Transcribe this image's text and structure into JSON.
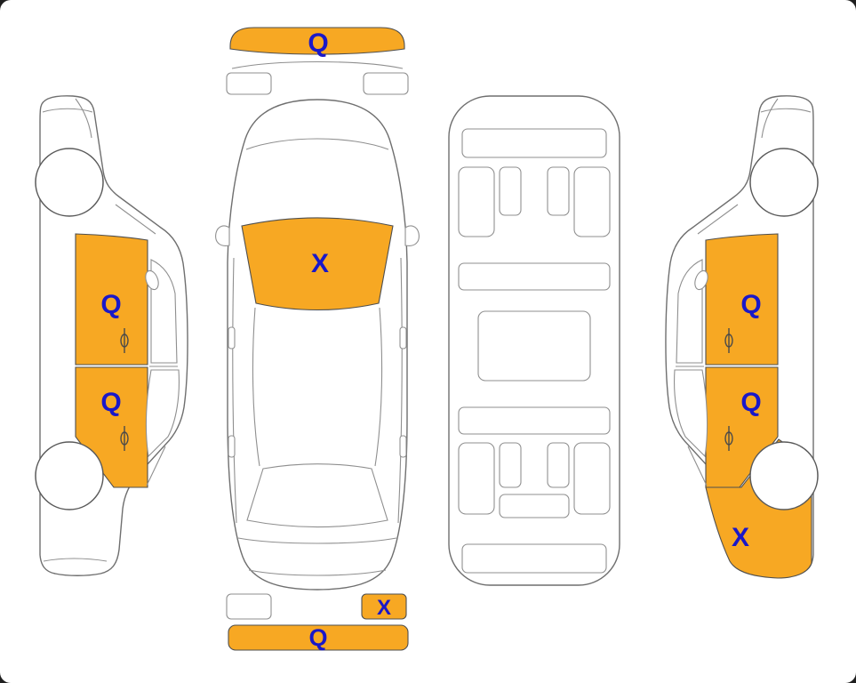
{
  "colors": {
    "highlight": "#F7A823",
    "label": "#1A18C8",
    "outline": "#6F6F6F",
    "canvas": "#FFFFFF",
    "backdrop": "#1F1F1F"
  },
  "views": {
    "left_side": {
      "markers": {
        "front_door": {
          "label": "Q"
        },
        "rear_door": {
          "label": "Q"
        }
      }
    },
    "top": {
      "markers": {
        "front_bumper": {
          "label": "Q"
        },
        "windshield": {
          "label": "X"
        },
        "rear_right_corner": {
          "label": "X"
        },
        "rear_bumper": {
          "label": "Q"
        }
      }
    },
    "underside": {
      "markers": {}
    },
    "right_side": {
      "markers": {
        "front_door": {
          "label": "Q"
        },
        "rear_door": {
          "label": "Q"
        },
        "rear_quarter": {
          "label": "X"
        }
      }
    }
  }
}
